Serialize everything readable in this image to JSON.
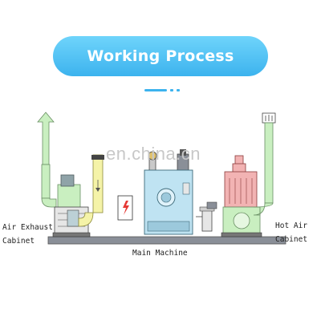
{
  "header": {
    "title": "Working Process"
  },
  "watermark": "en.china.cn",
  "labels": {
    "air_exhaust_line1": "Air Exhaust",
    "air_exhaust_line2": "Cabinet",
    "main_machine": "Main Machine",
    "hot_air_line1": "Hot Air",
    "hot_air_line2": "Cabinet"
  },
  "colors": {
    "banner": "#3cb3ee",
    "duct_green": "#c9efc0",
    "duct_yellow": "#f5f3a8",
    "machine_blue": "#bfe3f2",
    "heater_red": "#f2b3b3",
    "floor": "#8a8f98"
  }
}
